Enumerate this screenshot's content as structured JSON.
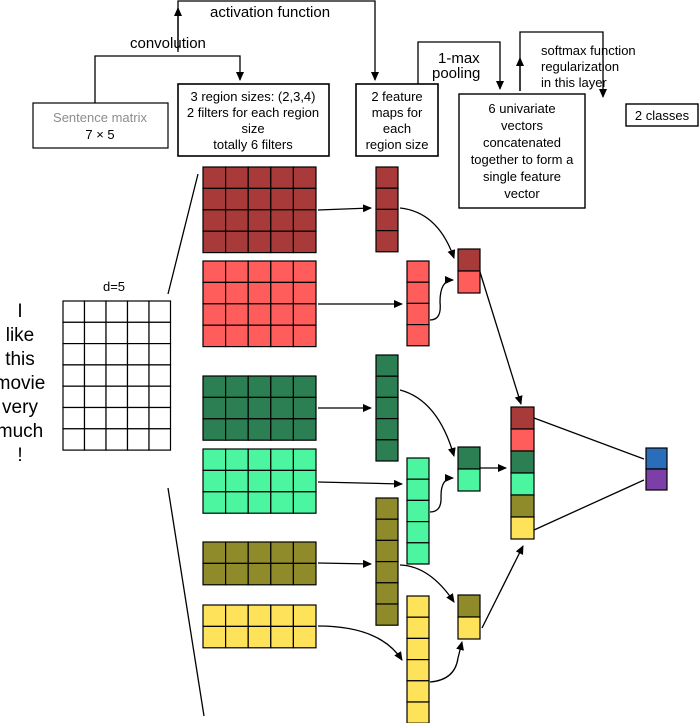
{
  "labels": {
    "activation_function": "activation function",
    "convolution": "convolution",
    "one_max": "1-max",
    "pooling": "pooling",
    "softmax": "softmax function",
    "regularization": "regularization",
    "in_this_layer": "in this layer",
    "d_equals": "d=5"
  },
  "boxes": {
    "sentence_matrix": [
      "Sentence matrix",
      "7 × 5"
    ],
    "region_sizes": [
      "3 region sizes: (2,3,4)",
      "2 filters for each region",
      "size",
      "totally 6 filters"
    ],
    "feature_maps": [
      "2 feature",
      "maps for",
      "each",
      "region size"
    ],
    "univariate": [
      "6 univariate",
      "vectors",
      "concatenated",
      "together to form a",
      "single feature",
      "vector"
    ],
    "classes": [
      "2 classes"
    ]
  },
  "sentence_words": [
    "I",
    "like",
    "this",
    "movie",
    "very",
    "much",
    "!"
  ],
  "colors": {
    "dark_red": "#a83a3a",
    "light_red": "#ff5c5c",
    "dark_green": "#2c7f52",
    "light_green": "#4cf6a0",
    "olive": "#8f8a2a",
    "yellow": "#fde25a",
    "blue": "#2a6db8",
    "purple": "#7d3ea8",
    "grid_stroke": "#000000"
  },
  "filters": [
    {
      "name": "filter-dark-red",
      "rows": 4,
      "cols": 5,
      "color": "dark_red"
    },
    {
      "name": "filter-light-red",
      "rows": 4,
      "cols": 5,
      "color": "light_red"
    },
    {
      "name": "filter-dark-green",
      "rows": 3,
      "cols": 5,
      "color": "dark_green"
    },
    {
      "name": "filter-light-green",
      "rows": 3,
      "cols": 5,
      "color": "light_green"
    },
    {
      "name": "filter-olive",
      "rows": 2,
      "cols": 5,
      "color": "olive"
    },
    {
      "name": "filter-yellow",
      "rows": 2,
      "cols": 5,
      "color": "yellow"
    }
  ],
  "feature_maps": [
    {
      "name": "feature-map-dark-red",
      "cells": 4,
      "color": "dark_red"
    },
    {
      "name": "feature-map-light-red",
      "cells": 4,
      "color": "light_red"
    },
    {
      "name": "feature-map-dark-green",
      "cells": 5,
      "color": "dark_green"
    },
    {
      "name": "feature-map-light-green",
      "cells": 5,
      "color": "light_green"
    },
    {
      "name": "feature-map-olive",
      "cells": 6,
      "color": "olive"
    },
    {
      "name": "feature-map-yellow",
      "cells": 6,
      "color": "yellow"
    }
  ],
  "pooled_pairs": [
    {
      "name": "pooled-red",
      "colors": [
        "dark_red",
        "light_red"
      ]
    },
    {
      "name": "pooled-green",
      "colors": [
        "dark_green",
        "light_green"
      ]
    },
    {
      "name": "pooled-yellow",
      "colors": [
        "olive",
        "yellow"
      ]
    }
  ],
  "concat_vector": [
    "dark_red",
    "light_red",
    "dark_green",
    "light_green",
    "olive",
    "yellow"
  ],
  "output_vector": [
    "blue",
    "purple"
  ],
  "sentence_matrix_grid": {
    "rows": 7,
    "cols": 5
  }
}
